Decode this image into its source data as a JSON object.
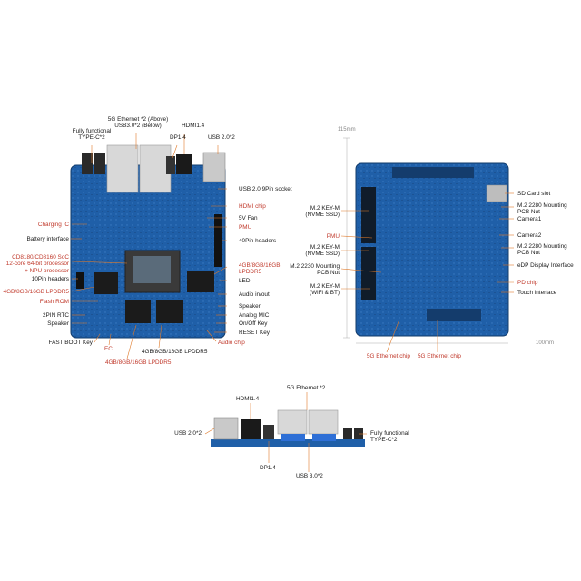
{
  "colors": {
    "pcb": "#1f5fa8",
    "pcb_dark": "#174c88",
    "label_red": "#c0392b",
    "leader": "#e07a2a",
    "dot": "#f0a040"
  },
  "front": {
    "top_labels": {
      "typec": "Fully functional\nTYPE-C*2",
      "eth": "5G Ethernet *2 (Above)\nUSB3.0*2 (Below)",
      "hdmi": "HDMI1.4",
      "dp": "DP1.4",
      "usb2": "USB 2.0*2"
    },
    "left_labels": {
      "charging_ic": "Charging IC",
      "battery": "Battery interface",
      "soc": "CD8180/CD8160 SoC\n12-core 64-bit processor\n+ NPU processor",
      "pin10": "10Pin headers",
      "lpddr_left": "4GB/8GB/16GB LPDDR5",
      "flash": "Flash ROM",
      "rtc": "2PIN RTC",
      "speaker": "Speaker",
      "fastboot": "FAST BOOT Key"
    },
    "right_labels": {
      "usb_socket": "USB 2.0 9Pin socket",
      "hdmi_chip": "HDMI chip",
      "fan": "5V Fan",
      "pmu": "PMU",
      "pin40": "40Pin headers",
      "lpddr_right": "4GB/8GB/16GB\nLPDDR5",
      "led": "LED",
      "audio_io": "Audio in/out",
      "speaker": "Speaker",
      "mic": "Analog MIC",
      "onoff": "On/Off Key",
      "reset": "RESET Key"
    },
    "bottom_labels": {
      "ec": "EC",
      "lpddr_b1": "4GB/8GB/16GB LPDDR5",
      "lpddr_b2": "4GB/8GB/16GB LPDDR5",
      "audio_chip": "Audio chip"
    }
  },
  "back": {
    "dim_height": "115mm",
    "dim_width": "100mm",
    "left_labels": {
      "m2_nvme1": "M.2 KEY-M\n(NVME SSD)",
      "pmu": "PMU",
      "m2_nvme2": "M.2 KEY-M\n(NVME SSD)",
      "m2_2230": "M.2 2230 Mounting\nPCB Nut",
      "m2_wifi": "M.2 KEY-M\n(WiFi & BT)"
    },
    "right_labels": {
      "sd": "SD Card slot",
      "m2_2280a": "M.2 2280 Mounting\nPCB Nut",
      "cam1": "Camera1",
      "cam2": "Camera2",
      "m2_2280b": "M.2 2280 Mounting\nPCB Nut",
      "edp": "eDP Display Interface",
      "pd": "PD chip",
      "touch": "Touch interface"
    },
    "bottom_labels": {
      "eth1": "5G Ethernet chip",
      "eth2": "5G Ethernet chip"
    }
  },
  "side": {
    "hdmi": "HDMI1.4",
    "eth": "5G Ethernet *2",
    "usb2": "USB 2.0*2",
    "typec": "Fully functional\nTYPE-C*2",
    "dp": "DP1.4",
    "usb3": "USB 3.0*2"
  }
}
